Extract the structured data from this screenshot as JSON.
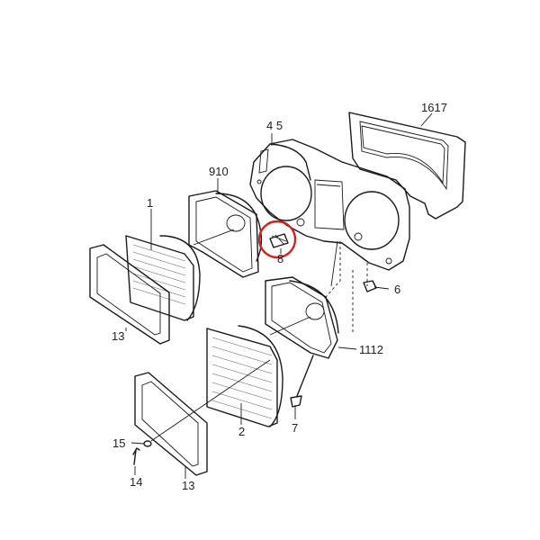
{
  "labels": {
    "l1": "1",
    "l2": "2",
    "l45": "4 5",
    "l6": "6",
    "l7": "7",
    "l8": "8",
    "l910": "910",
    "l1112": "1112",
    "l13a": "13",
    "l13b": "13",
    "l14": "14",
    "l15": "15",
    "l1617": "1617"
  },
  "colors": {
    "line": "#1a1a1a",
    "highlight": "#d42020"
  },
  "highlight": {
    "part": "8"
  }
}
